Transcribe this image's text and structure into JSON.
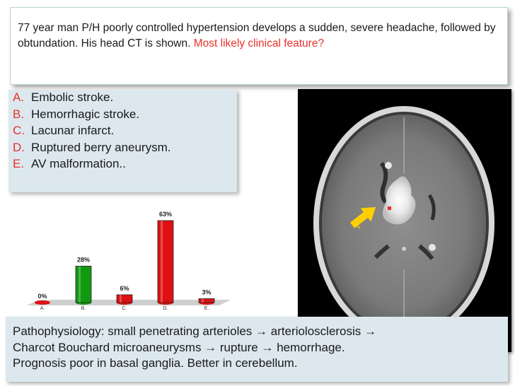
{
  "question": {
    "text": "77 year man P/H poorly controlled hypertension develops a sudden, severe headache, followed by obtundation. His head CT is shown. ",
    "highlight": "Most likely clinical feature?"
  },
  "options": [
    {
      "letter": "A.",
      "text": "Embolic stroke."
    },
    {
      "letter": "B.",
      "text": "Hemorrhagic stroke."
    },
    {
      "letter": "C.",
      "text": "Lacunar infarct."
    },
    {
      "letter": "D.",
      "text": "Ruptured berry aneurysm."
    },
    {
      "letter": "E.",
      "text": "AV malformation.."
    }
  ],
  "chart_data": {
    "type": "bar",
    "categories": [
      "A.",
      "B.",
      "C.",
      "D.",
      "E."
    ],
    "values": [
      0,
      28,
      6,
      63,
      3
    ],
    "value_labels": [
      "0%",
      "28%",
      "6%",
      "63%",
      "3%"
    ],
    "colors": [
      "#dd1111",
      "#119911",
      "#dd1111",
      "#dd1111",
      "#dd1111"
    ],
    "ylim": [
      0,
      63
    ],
    "title": "",
    "xlabel": "",
    "ylabel": ""
  },
  "ct_image": {
    "annotation": "?",
    "arrow_color": "#ffd000"
  },
  "pathophysiology": {
    "line1": "Pathophysiology: small penetrating arterioles → arteriolosclerosis →",
    "line2": "Charcot Bouchard microaneurysms → rupture → hemorrhage.",
    "line3": "Prognosis poor in basal ganglia. Better in cerebellum."
  }
}
